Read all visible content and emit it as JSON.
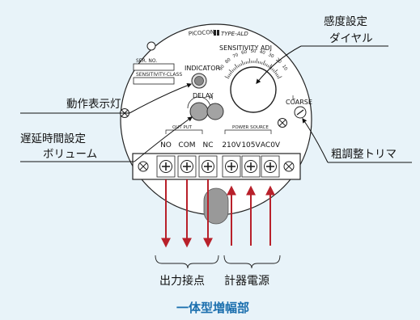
{
  "brand_text": "PICOCON",
  "type_text": "TYPE-ALD",
  "ser_no_label": "SER. NO.",
  "sensitivity_class_label": "SENSITIVITY-CLASS",
  "indicator_label": "INDICATOR",
  "sensitivity_adj_label": "SENSITIVITY  ADJ",
  "delay_label": "DELAY",
  "coarse_label": "COARSE",
  "output_label": "OUT PUT",
  "power_source_label": "POWER SOURCE",
  "dial_h_label": "H",
  "dial_l_label": "L",
  "dial_scale": [
    "90",
    "80",
    "70",
    "60",
    "50",
    "40",
    "30",
    "20",
    "10"
  ],
  "terminals": [
    "NO",
    "COM",
    "NC",
    "210V",
    "105V",
    "AC0V"
  ],
  "callouts": {
    "sensitivity_dial_line1": "感度設定",
    "sensitivity_dial_line2": "ダイヤル",
    "indicator_lamp": "動作表示灯",
    "delay_volume_line1": "遅延時間設定",
    "delay_volume_line2": "ボリューム",
    "coarse_trimmer": "粗調整トリマ"
  },
  "group_labels": {
    "output_contacts": "出力接点",
    "instrument_power": "計器電源"
  },
  "title": "一体型増幅部",
  "colors": {
    "background": "#e8f3f9",
    "arrow_red": "#b8202a",
    "title_blue": "#1b6fae",
    "panel_white": "#ffffff",
    "outline": "#222222"
  }
}
